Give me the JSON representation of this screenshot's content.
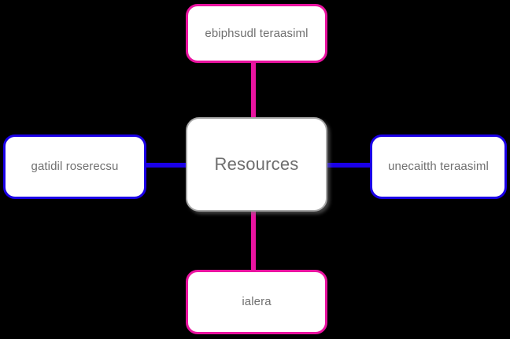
{
  "diagram": {
    "background_color": "#000000",
    "center": {
      "id": "center",
      "label": "Resources",
      "border_color": "#A6A6A6",
      "fill_color": "#FFFFFF",
      "text_color": "#6E6E6E"
    },
    "nodes": [
      {
        "id": "top",
        "label": "ebiphsudl teraasiml",
        "position": "top",
        "border_color": "#EA13A0",
        "fill_color": "#FFFFFF",
        "text_color": "#707070"
      },
      {
        "id": "right",
        "label": "unecaitth teraasiml",
        "position": "right",
        "border_color": "#1A00E6",
        "fill_color": "#FFFFFF",
        "text_color": "#707070"
      },
      {
        "id": "bottom",
        "label": "ialera",
        "position": "bottom",
        "border_color": "#EA13A0",
        "fill_color": "#FFFFFF",
        "text_color": "#707070"
      },
      {
        "id": "left",
        "label": "gatidil roserecsu",
        "position": "left",
        "border_color": "#1A00E6",
        "fill_color": "#FFFFFF",
        "text_color": "#707070"
      }
    ],
    "connectors": [
      {
        "id": "top",
        "from": "center",
        "to": "top",
        "color": "#EA13A0",
        "orientation": "vertical"
      },
      {
        "id": "bottom",
        "from": "center",
        "to": "bottom",
        "color": "#EA13A0",
        "orientation": "vertical"
      },
      {
        "id": "left",
        "from": "center",
        "to": "left",
        "color": "#1A00E6",
        "orientation": "horizontal"
      },
      {
        "id": "right",
        "from": "center",
        "to": "right",
        "color": "#1A00E6",
        "orientation": "horizontal"
      }
    ]
  }
}
